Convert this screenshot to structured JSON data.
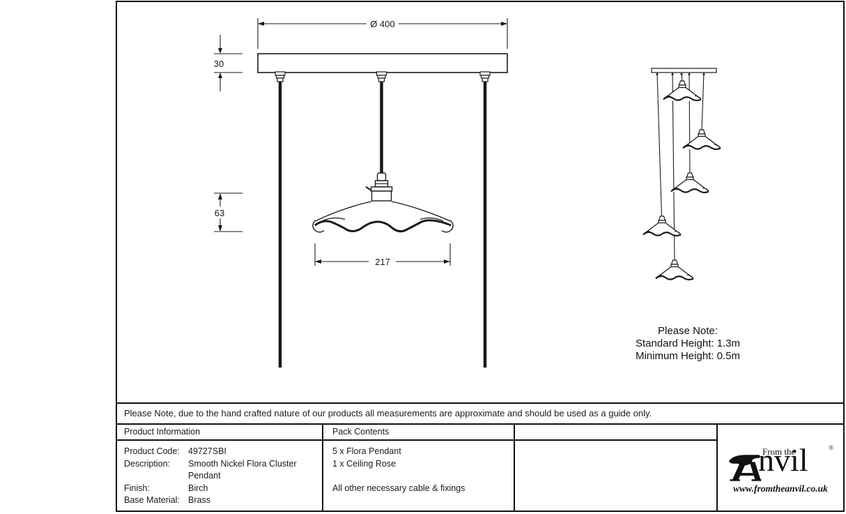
{
  "drawing": {
    "dimensions": {
      "plate_diameter": "Ø 400",
      "plate_thickness": "30",
      "shade_height": "63",
      "shade_diameter": "217"
    },
    "note": {
      "title": "Please Note:",
      "standard_height": "Standard Height: 1.3m",
      "minimum_height": "Minimum Height: 0.5m"
    }
  },
  "footer_note": "Please Note, due to the hand crafted nature of our products all measurements are approximate and should be used as a guide only.",
  "table": {
    "product_info": {
      "header": "Product Information",
      "rows": [
        {
          "label": "Product Code:",
          "value": "49727SBI"
        },
        {
          "label": "Description:",
          "value": "Smooth Nickel Flora Cluster Pendant"
        },
        {
          "label": "Finish:",
          "value": "Birch"
        },
        {
          "label": "Base Material:",
          "value": "Brass"
        }
      ]
    },
    "pack_contents": {
      "header": "Pack Contents",
      "items": [
        "5 x Flora Pendant",
        "1 x Ceiling Rose",
        "All other necessary cable & fixings"
      ]
    }
  },
  "logo": {
    "prefix": "From the",
    "brand_tail": "nvil",
    "registered": "®",
    "url": "www.fromtheanvil.co.uk"
  },
  "colors": {
    "ink": "#1a1a1a",
    "background": "#ffffff"
  }
}
